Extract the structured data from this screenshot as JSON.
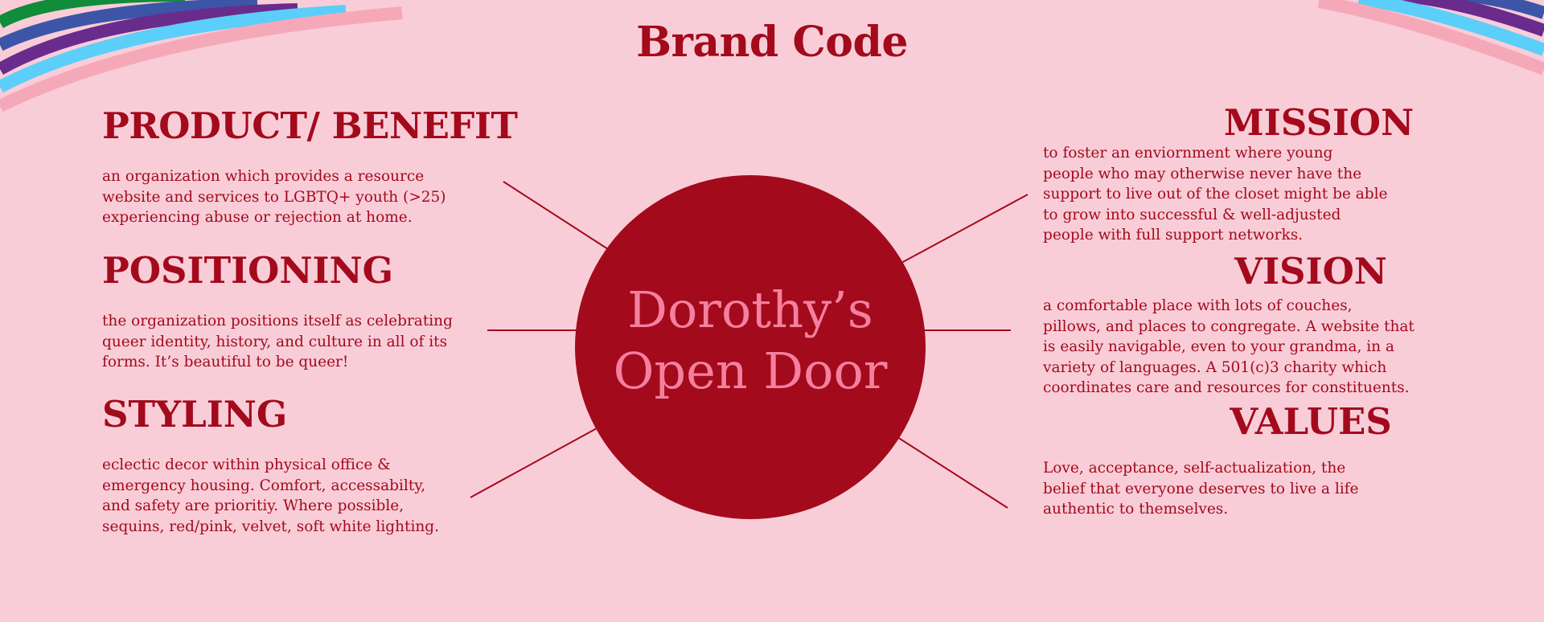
{
  "title": "Brand Code",
  "center": {
    "line1": "Dorothy’s",
    "line2": "Open Door"
  },
  "sections": {
    "product_benefit": {
      "heading": "PRODUCT/ BENEFIT",
      "text": "an organization which provides a resource\nwebsite and services to LGBTQ+ youth (>25)\nexperiencing abuse or rejection at home."
    },
    "positioning": {
      "heading": "POSITIONING",
      "text": "the organization positions itself as celebrating\nqueer identity, history, and culture in all of its\nforms. It’s beautiful to be queer!"
    },
    "styling": {
      "heading": "STYLING",
      "text": "eclectic decor within physical office &\nemergency housing. Comfort, accessabilty,\nand safety are prioritiy. Where possible,\nsequins, red/pink, velvet, soft white lighting."
    },
    "mission": {
      "heading": "MISSION",
      "text": "to foster an enviornment where young\npeople who may otherwise never have the\nsupport to live out of the closet might be able\nto grow into successful & well-adjusted\npeople with full support networks."
    },
    "vision": {
      "heading": "VISION",
      "text": "a comfortable place with lots of couches,\npillows, and places to congregate. A website that\nis easily navigable, even to your grandma, in a\nvariety of languages. A 501(c)3 charity which\ncoordinates care and resources for constituents."
    },
    "values": {
      "heading": "VALUES",
      "text": "Love, acceptance, self-actualization, the\nbelief that everyone deserves to live a life\nauthentic to themselves."
    }
  },
  "colors": {
    "background": "#f9cdd8",
    "accent_red": "#a30a1c",
    "center_text_pink": "#f4809e",
    "rainbow": [
      "#ff8c00",
      "#ffe500",
      "#118c3a",
      "#3d55a7",
      "#6a2c8c",
      "#5bcefa",
      "#f5a9b8"
    ]
  }
}
